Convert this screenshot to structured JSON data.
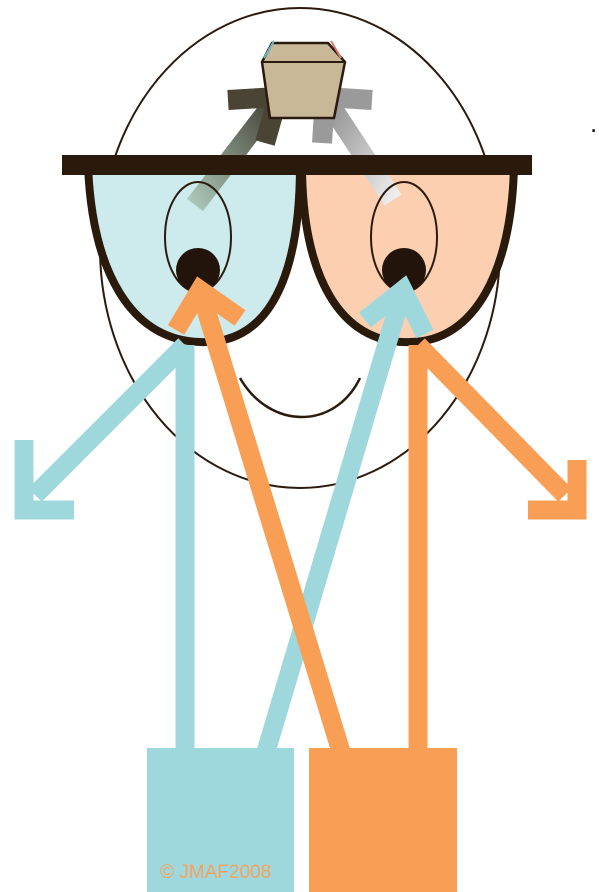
{
  "credit": "© JMAF2008",
  "edge_glyphs": [
    ".",
    ".",
    "."
  ],
  "colors": {
    "cyan": "#9fd8dc",
    "orange": "#f89e55",
    "left_lens": "#cdeaec",
    "right_lens": "#fbcfb0",
    "frame": "#2a1a0c",
    "box_top": "#c8b898",
    "dark_arrow": "#4a4434",
    "grey_arrow": "#9a9a9a"
  },
  "icons": [
    "head-outline",
    "glasses-frame",
    "left-eye",
    "right-eye",
    "mouth",
    "top-object-box",
    "cyan-projector",
    "orange-projector"
  ]
}
